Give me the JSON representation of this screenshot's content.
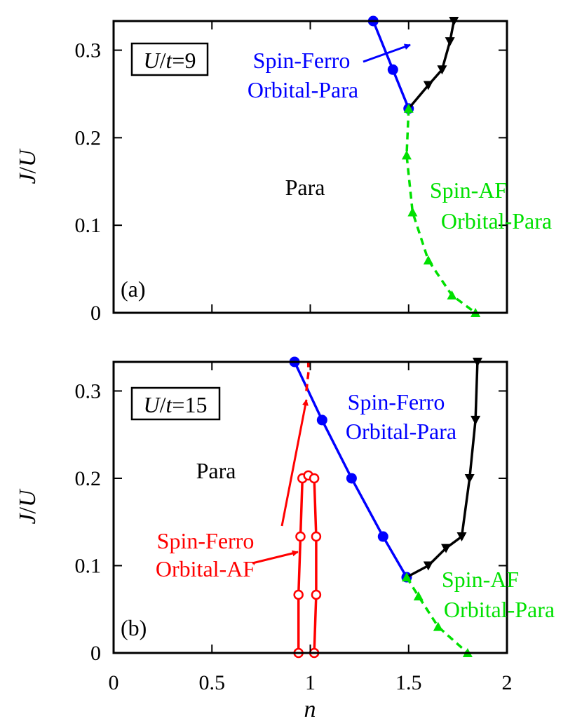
{
  "chart_data": [
    {
      "type": "line",
      "panel_tag": "(a)",
      "param_label": {
        "var": "U",
        "sep": "/",
        "var2": "t",
        "eq": "=9"
      },
      "ylabel": {
        "var": "J",
        "sep": "/",
        "var2": "U"
      },
      "xlim": [
        0,
        2
      ],
      "ylim": [
        0,
        0.3333
      ],
      "y_ticks": [
        "0",
        "0.1",
        "0.2",
        "0.3"
      ],
      "x_ticks": [],
      "region_labels": [
        {
          "text": "Para",
          "color": "#000000"
        },
        {
          "text": "Spin-Ferro",
          "color": "#0000ff"
        },
        {
          "text": "Orbital-Para",
          "color": "#0000ff"
        },
        {
          "text": "Spin-AF",
          "color": "#00e000"
        },
        {
          "text": "Orbital-Para",
          "color": "#00e000"
        }
      ],
      "series": [
        {
          "color": "#0000ff",
          "style": "solid",
          "marker": "circle",
          "x": [
            1.32,
            1.42,
            1.5
          ],
          "y": [
            0.3333,
            0.2778,
            0.2333
          ]
        },
        {
          "color": "#000000",
          "style": "solid",
          "marker": "triangle-down",
          "x": [
            1.5,
            1.6,
            1.67,
            1.71,
            1.73
          ],
          "y": [
            0.2333,
            0.26,
            0.2778,
            0.31,
            0.3333
          ]
        },
        {
          "color": "#00e000",
          "style": "dashed",
          "marker": "triangle-up",
          "x": [
            1.5,
            1.49,
            1.52,
            1.6,
            1.72,
            1.84
          ],
          "y": [
            0.2333,
            0.18,
            0.115,
            0.06,
            0.02,
            0.0
          ]
        }
      ]
    },
    {
      "type": "line",
      "panel_tag": "(b)",
      "param_label": {
        "var": "U",
        "sep": "/",
        "var2": "t",
        "eq": "=15"
      },
      "ylabel": {
        "var": "J",
        "sep": "/",
        "var2": "U"
      },
      "xlabel": "n",
      "xlim": [
        0,
        2
      ],
      "ylim": [
        0,
        0.3333
      ],
      "y_ticks": [
        "0",
        "0.1",
        "0.2",
        "0.3"
      ],
      "x_ticks": [
        "0",
        "0.5",
        "1",
        "1.5",
        "2"
      ],
      "region_labels": [
        {
          "text": "Para",
          "color": "#000000"
        },
        {
          "text": "Spin-Ferro",
          "color": "#0000ff"
        },
        {
          "text": "Orbital-Para",
          "color": "#0000ff"
        },
        {
          "text": "Spin-Ferro",
          "color": "#ff0000"
        },
        {
          "text": "Orbital-AF",
          "color": "#ff0000"
        },
        {
          "text": "Spin-AF",
          "color": "#00e000"
        },
        {
          "text": "Orbital-Para",
          "color": "#00e000"
        }
      ],
      "series": [
        {
          "color": "#0000ff",
          "style": "solid",
          "marker": "circle",
          "x": [
            0.92,
            1.06,
            1.21,
            1.37,
            1.49
          ],
          "y": [
            0.3333,
            0.2667,
            0.2,
            0.1333,
            0.0867
          ]
        },
        {
          "color": "#000000",
          "style": "solid",
          "marker": "triangle-down",
          "x": [
            1.49,
            1.6,
            1.69,
            1.77,
            1.81,
            1.84,
            1.85
          ],
          "y": [
            0.0867,
            0.1,
            0.12,
            0.1333,
            0.2,
            0.2667,
            0.3333
          ]
        },
        {
          "color": "#00e000",
          "style": "dashed",
          "marker": "triangle-up",
          "x": [
            1.49,
            1.55,
            1.65,
            1.8
          ],
          "y": [
            0.0867,
            0.065,
            0.03,
            0.0
          ]
        },
        {
          "color": "#ff0000",
          "style": "solid",
          "marker": "open-circle",
          "x": [
            0.94,
            0.94,
            0.95,
            0.96,
            0.99,
            1.02,
            1.03,
            1.03,
            1.02
          ],
          "y": [
            0.0,
            0.0667,
            0.1333,
            0.2,
            0.2033,
            0.2,
            0.1333,
            0.0667,
            0.0
          ]
        },
        {
          "color": "#ff0000",
          "style": "dashed",
          "marker": "none",
          "x": [
            0.98,
            0.99,
            0.99
          ],
          "y": [
            0.3,
            0.32,
            0.3333
          ]
        }
      ]
    }
  ]
}
